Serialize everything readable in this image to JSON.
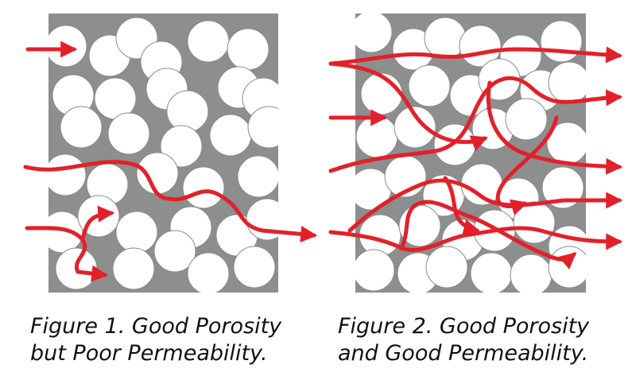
{
  "figures": [
    {
      "caption_line1": "Figure 1.  Good Porosity",
      "caption_line2": "but Poor Permeability."
    },
    {
      "caption_line1": "Figure 2.  Good Porosity",
      "caption_line2": "and Good Permeability."
    }
  ],
  "colors": {
    "matrix": "#8c8f8e",
    "grain": "#ffffff",
    "grain_outline": "#8a8a8a",
    "flow": "#e3202a",
    "text": "#111111"
  }
}
